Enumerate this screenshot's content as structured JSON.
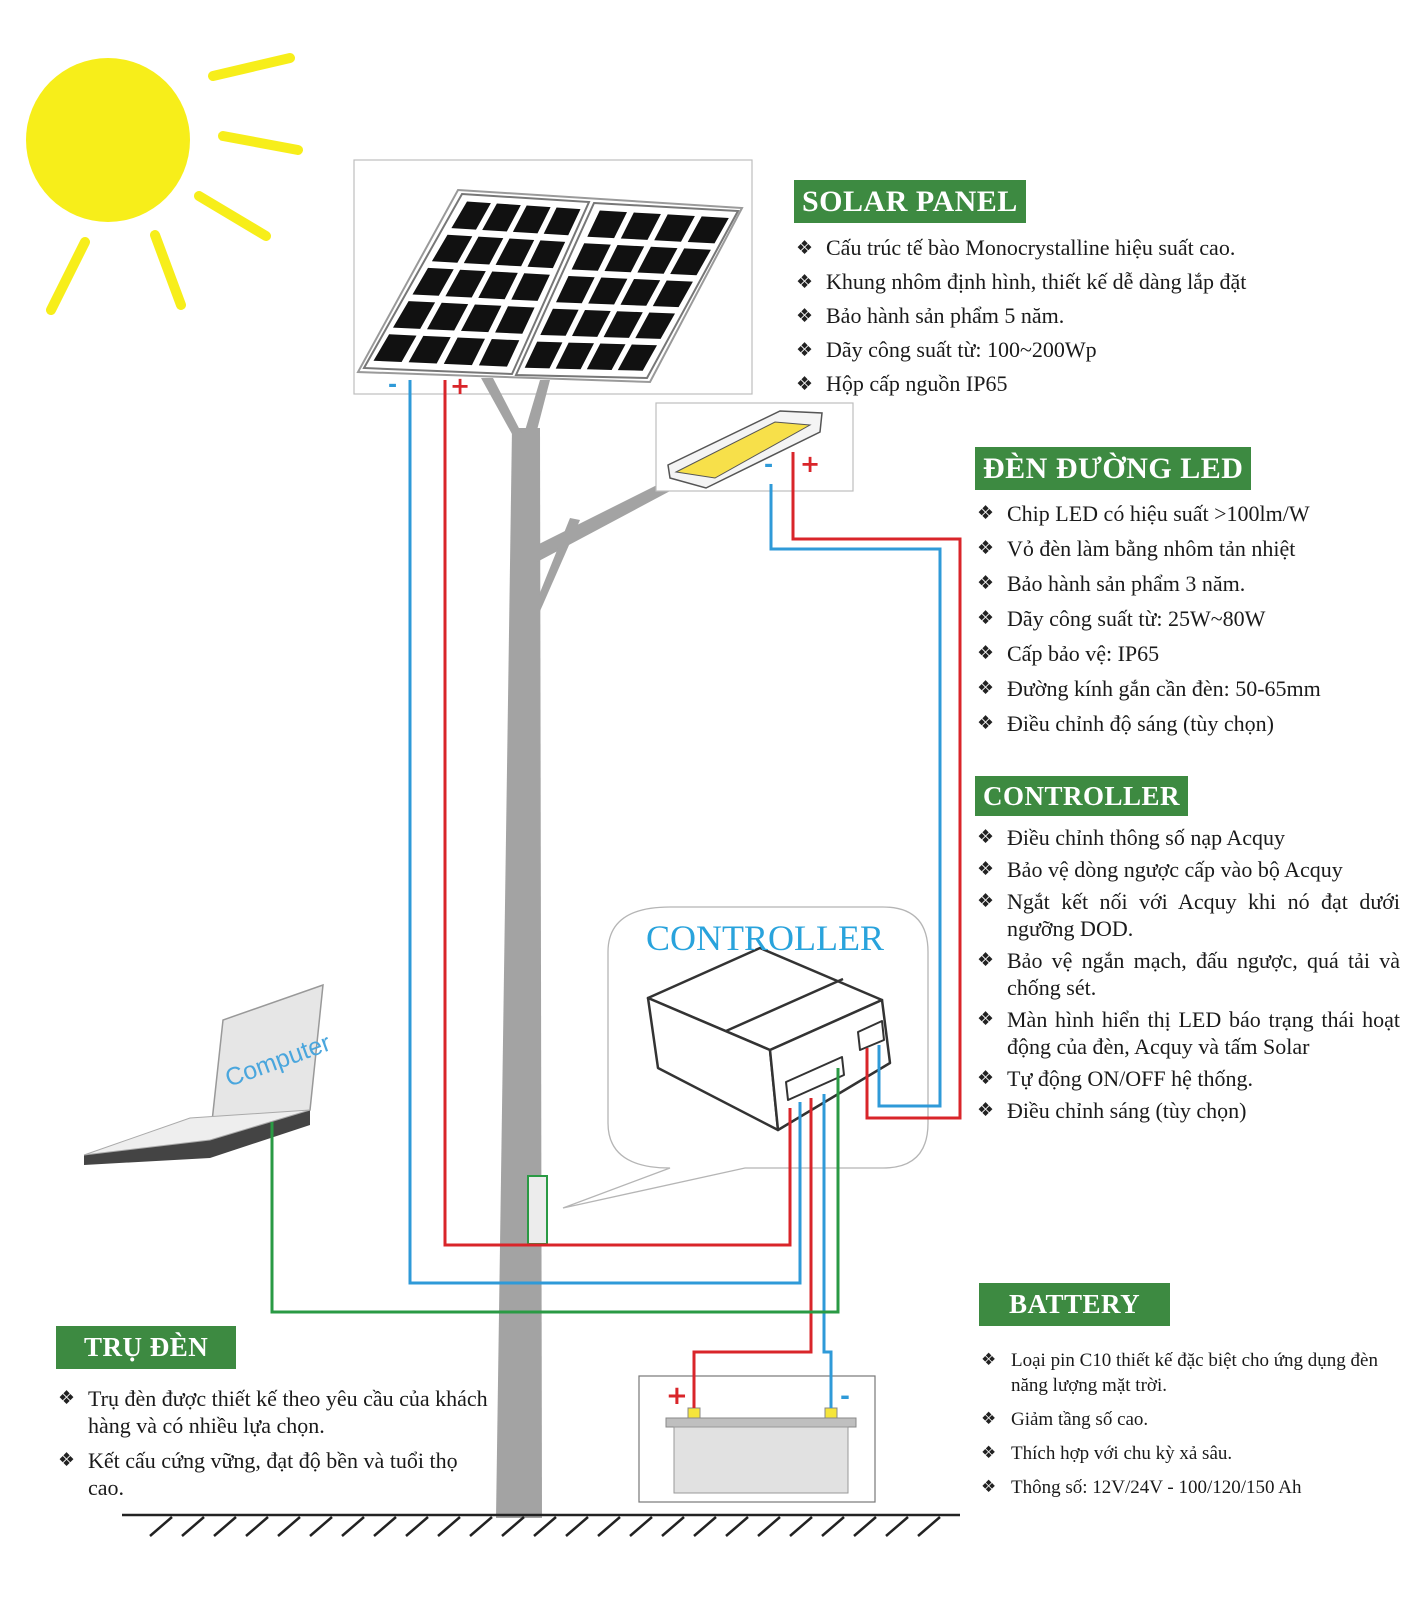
{
  "sections": {
    "solar_panel": {
      "title": "SOLAR PANEL",
      "items": [
        "Cấu trúc tế bào Monocrystalline hiệu suất cao.",
        "Khung nhôm định hình, thiết kế dễ dàng lắp đặt",
        "Bảo hành sản phẩm 5 năm.",
        "Dãy công suất từ: 100~200Wp",
        "Hộp cấp nguồn IP65"
      ]
    },
    "led_light": {
      "title": "ĐÈN ĐƯỜNG LED",
      "items": [
        "Chip LED có hiệu suất >100lm/W",
        "Vỏ đèn làm bằng nhôm tản nhiệt",
        "Bảo hành sản phẩm 3 năm.",
        "Dãy công suất từ: 25W~80W",
        "Cấp bảo vệ: IP65",
        "Đường kính gắn cần đèn: 50-65mm",
        "Điều chỉnh độ sáng (tùy chọn)"
      ]
    },
    "controller": {
      "title": "CONTROLLER",
      "items": [
        "Điều chỉnh thông số nạp Acquy",
        "Bảo vệ dòng ngược cấp vào bộ Acquy",
        "Ngắt kết nối với Acquy khi nó đạt dưới ngưỡng DOD.",
        "Bảo vệ ngắn mạch, đấu ngược, quá tải và chống sét.",
        "Màn hình hiển thị LED báo trạng thái hoạt động của đèn, Acquy và tấm Solar",
        "Tự động ON/OFF hệ thống.",
        "Điều chỉnh sáng (tùy chọn)"
      ]
    },
    "battery": {
      "title": "BATTERY",
      "items": [
        "Loại pin C10 thiết kế đặc biệt cho ứng dụng đèn năng lượng mặt trời.",
        "Giảm tầng số cao.",
        "Thích hợp với chu kỳ xả sâu.",
        "Thông số: 12V/24V - 100/120/150 Ah"
      ]
    },
    "pole": {
      "title": "TRỤ ĐÈN",
      "items": [
        "Trụ đèn được thiết kế theo yêu cầu của khách hàng và có nhiều lựa chọn.",
        "Kết cấu cứng vững, đạt độ bền và tuổi thọ cao."
      ]
    }
  },
  "diagram": {
    "controller_label": "CONTROLLER",
    "computer_label": "Computer",
    "plus": "+",
    "minus": "-"
  },
  "colors": {
    "header_green": "#3d8a41",
    "wire_red": "#d9252a",
    "wire_blue": "#2f9ad8",
    "wire_green": "#2a9a44",
    "sun_yellow": "#f7ee1a",
    "pole_gray": "#a3a3a3",
    "controller_label_blue": "#29a3dc"
  }
}
